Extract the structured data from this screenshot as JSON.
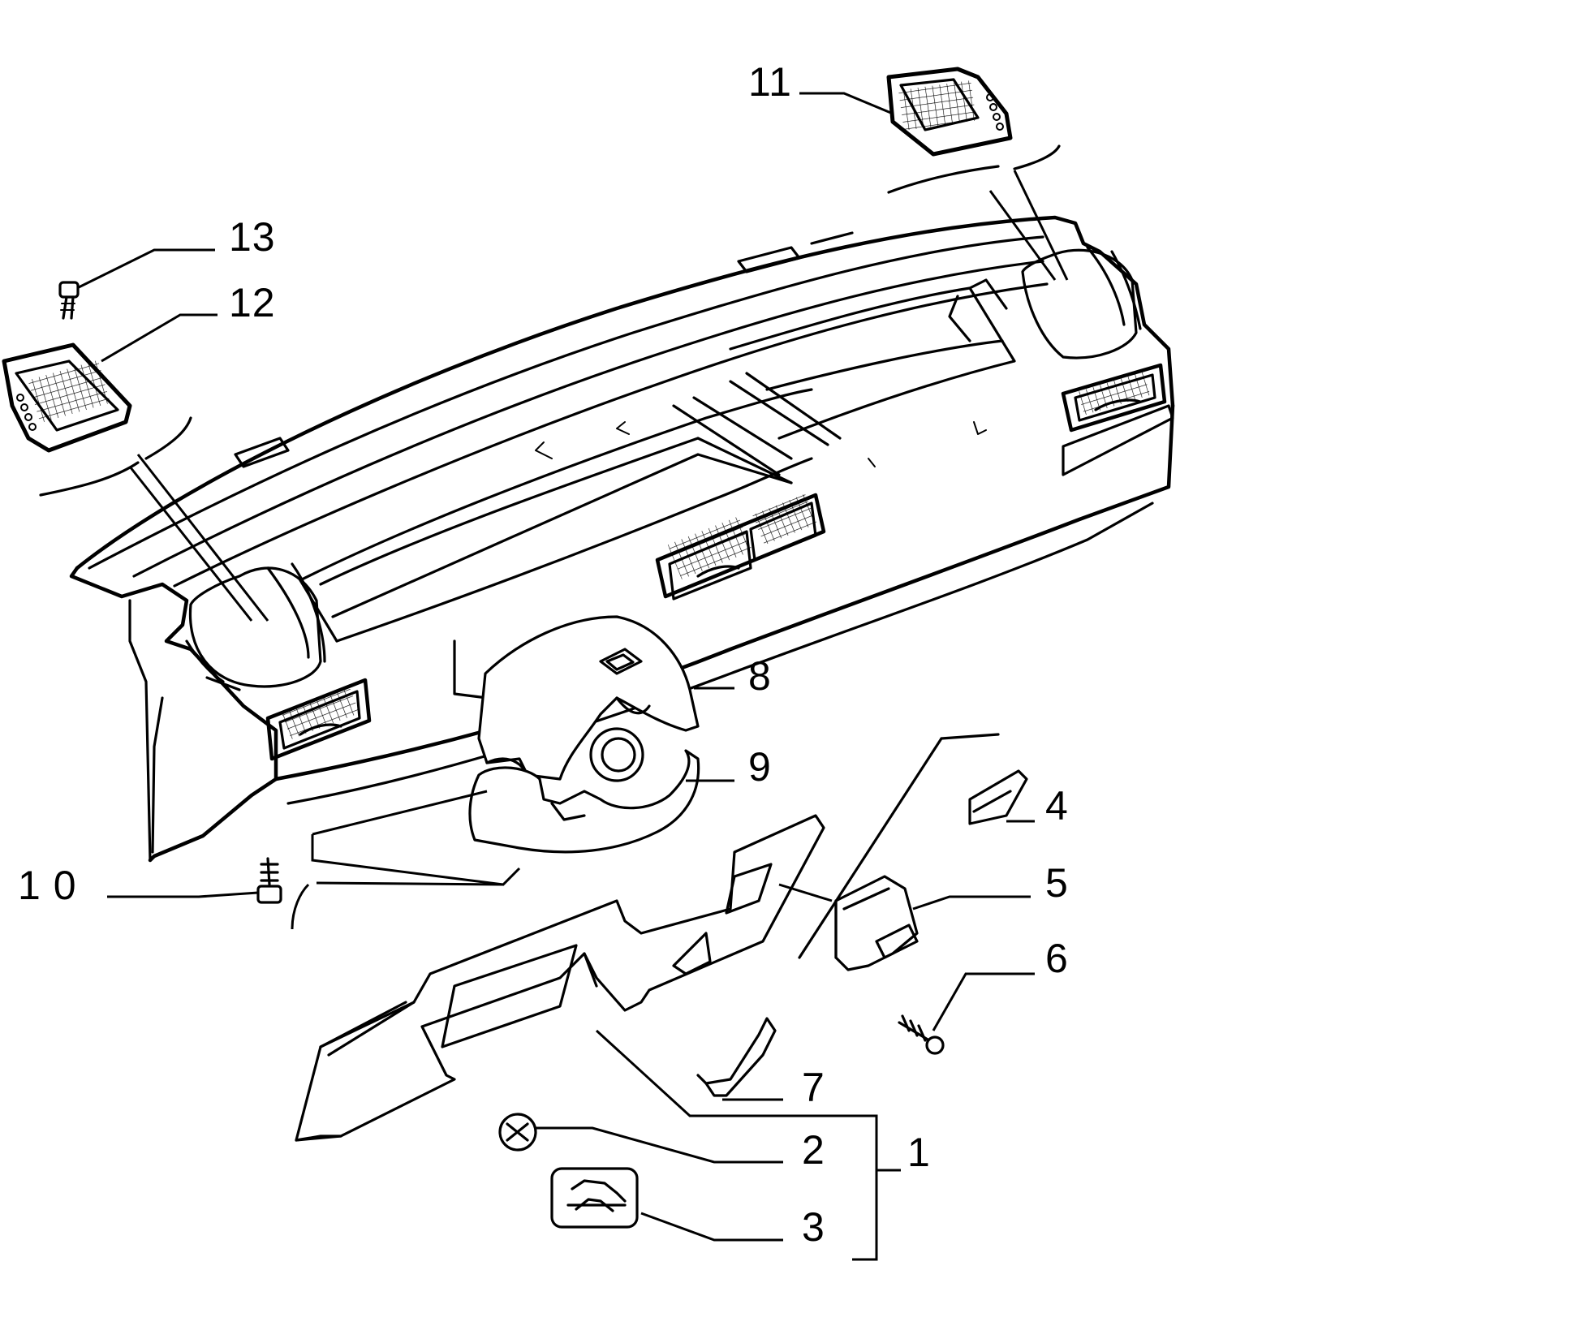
{
  "diagram": {
    "colors": {
      "ink": "#000000",
      "paper": "#ffffff"
    },
    "callouts": [
      {
        "id": "1",
        "text": "1"
      },
      {
        "id": "2",
        "text": "2"
      },
      {
        "id": "3",
        "text": "3"
      },
      {
        "id": "4",
        "text": "4"
      },
      {
        "id": "5",
        "text": "5"
      },
      {
        "id": "6",
        "text": "6"
      },
      {
        "id": "7",
        "text": "7"
      },
      {
        "id": "8",
        "text": "8"
      },
      {
        "id": "9",
        "text": "9"
      },
      {
        "id": "10",
        "text": "1 0"
      },
      {
        "id": "11",
        "text": "11"
      },
      {
        "id": "12",
        "text": "12"
      },
      {
        "id": "13",
        "text": "13"
      }
    ]
  }
}
